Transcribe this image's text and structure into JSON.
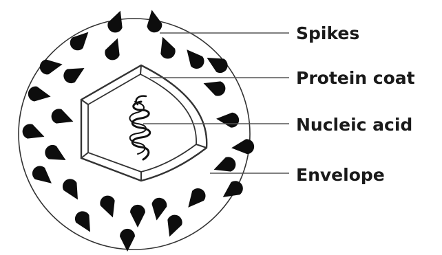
{
  "labels": {
    "spikes": "Spikes",
    "protein_coat": "Protein coat",
    "nucleic_acid": "Nucleic acid",
    "envelope": "Envelope"
  },
  "colors": {
    "outline": "#333333",
    "spike_fill": "#0d0d0d",
    "label_text": "#1a1a1a",
    "leader_line": "#555555"
  }
}
